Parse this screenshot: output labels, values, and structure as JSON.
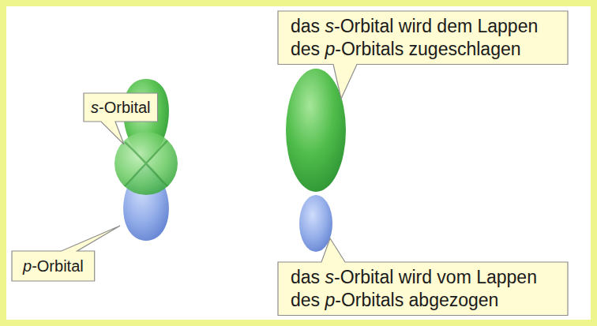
{
  "diagram": {
    "nodes": [
      {
        "text": [
          "das s-Orbital wird dem Lappen des p-Orbitals zugeschlagen"
        ]
      },
      {
        "text": [
          "s-Orbital"
        ]
      },
      {
        "text": [
          "p-Orbital"
        ]
      },
      {
        "text": [
          "das s-Orbital wird vom Lappen des p-Orbitals abgezogen"
        ]
      }
    ]
  }
}
